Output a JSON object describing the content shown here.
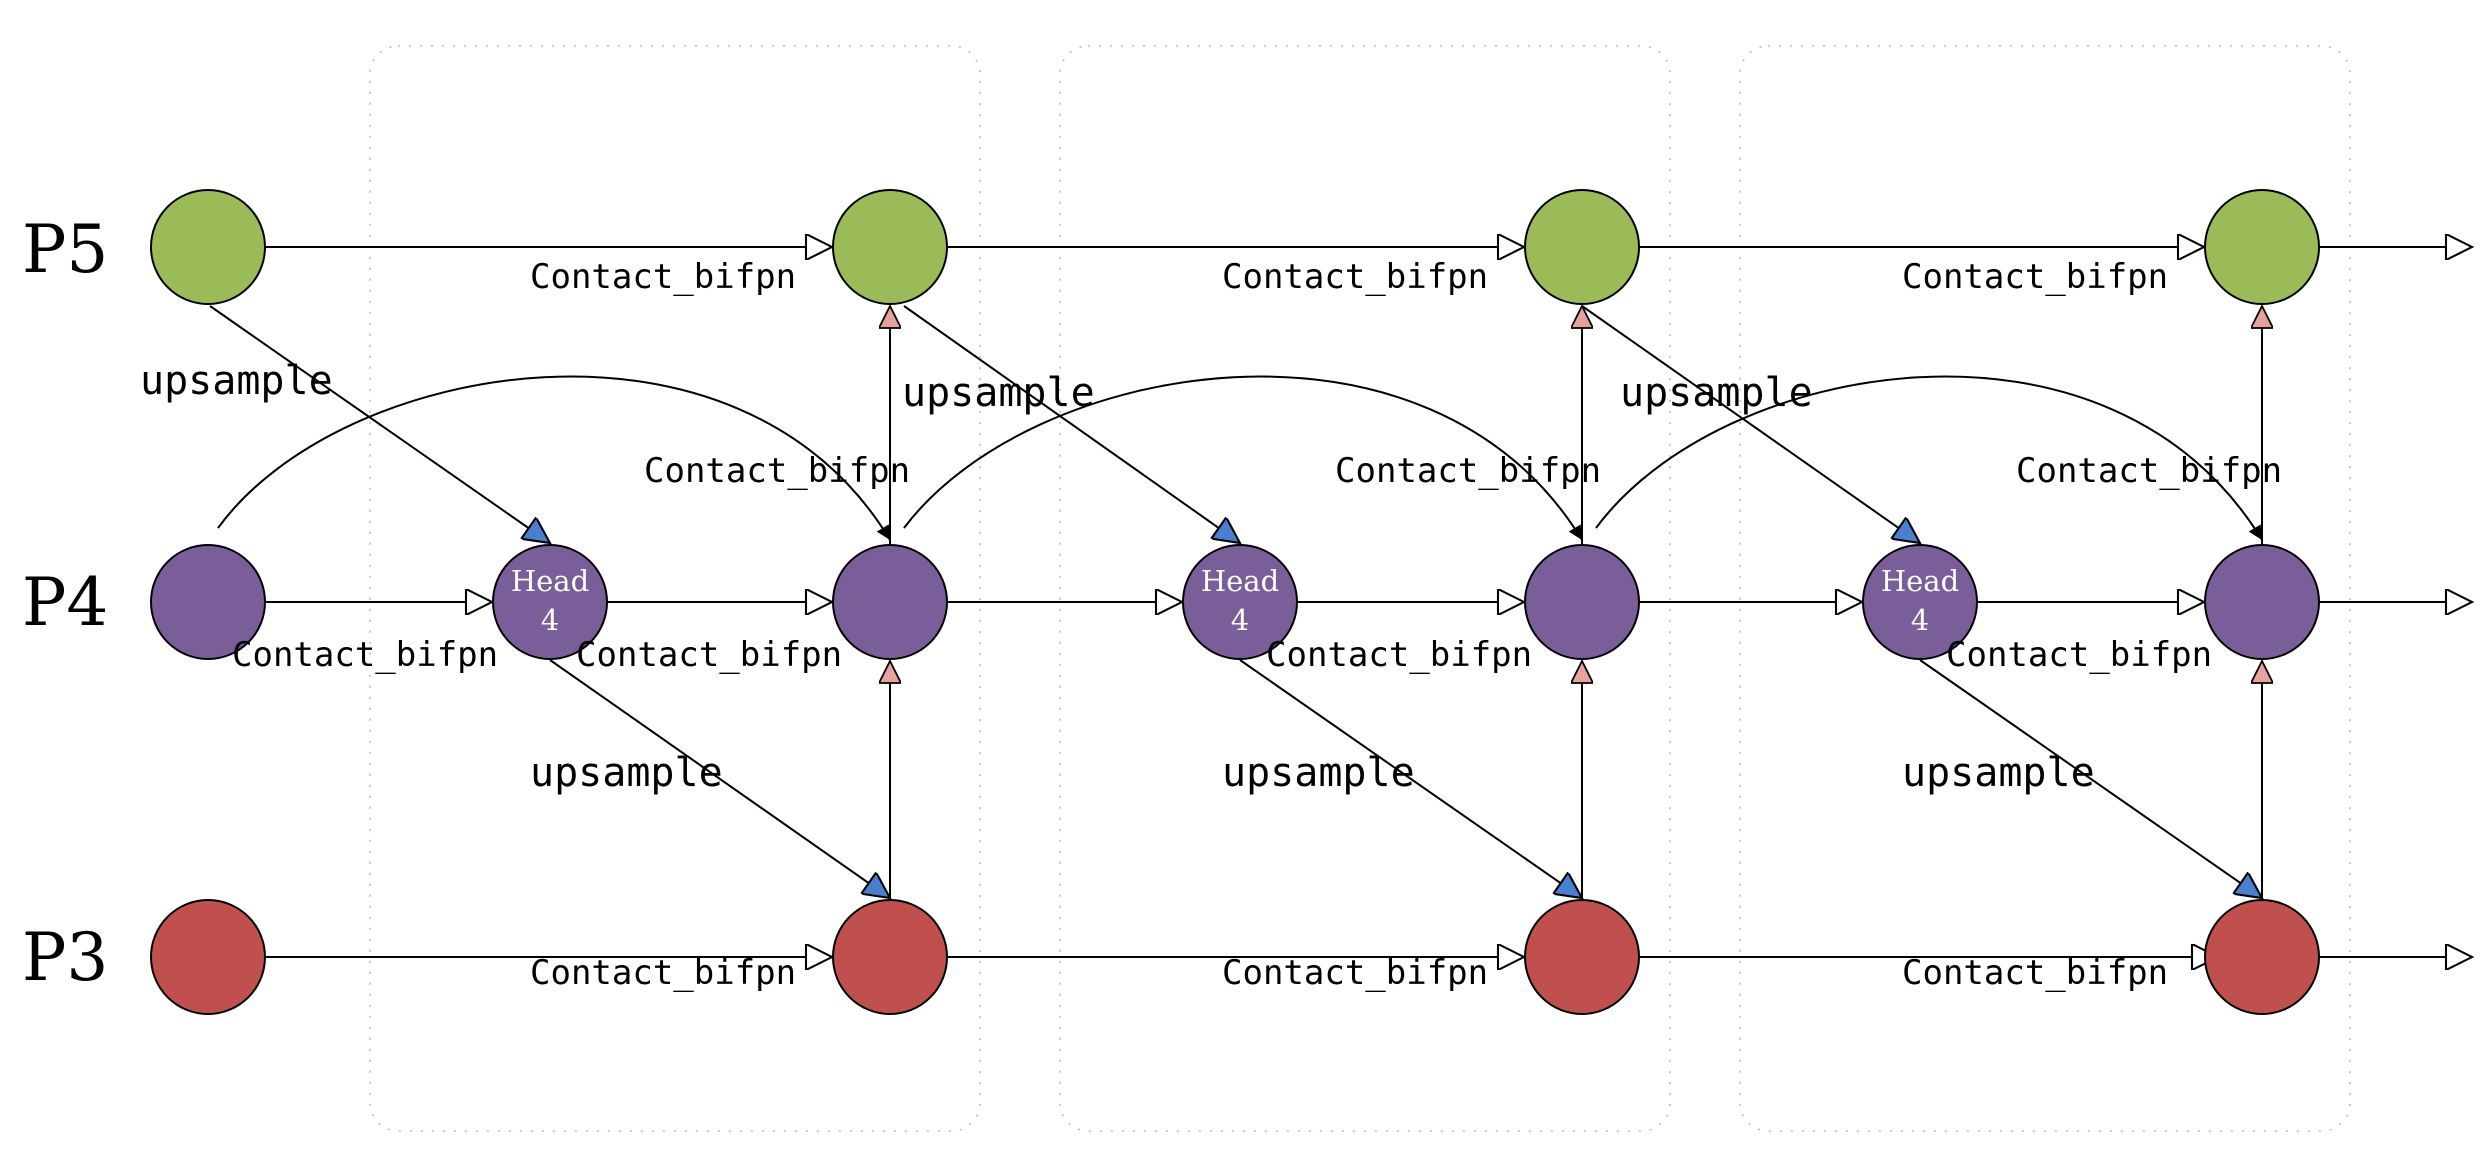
{
  "levels": {
    "p5": "P5",
    "p4": "P4",
    "p3": "P3"
  },
  "labels": {
    "contact": "Contact_bifpn",
    "upsample": "upsample"
  },
  "head_node": {
    "title": "Head",
    "number": "4"
  },
  "colors": {
    "p5_node": "#9bbb59",
    "p4_node": "#7a5e9a",
    "p3_node": "#c0504d",
    "downsample_arrow": "#e6a39d",
    "upsample_arrow": "#4a7fd0",
    "line": "#000000",
    "stage_border": "#bbbbbb"
  },
  "stage_count": 3
}
